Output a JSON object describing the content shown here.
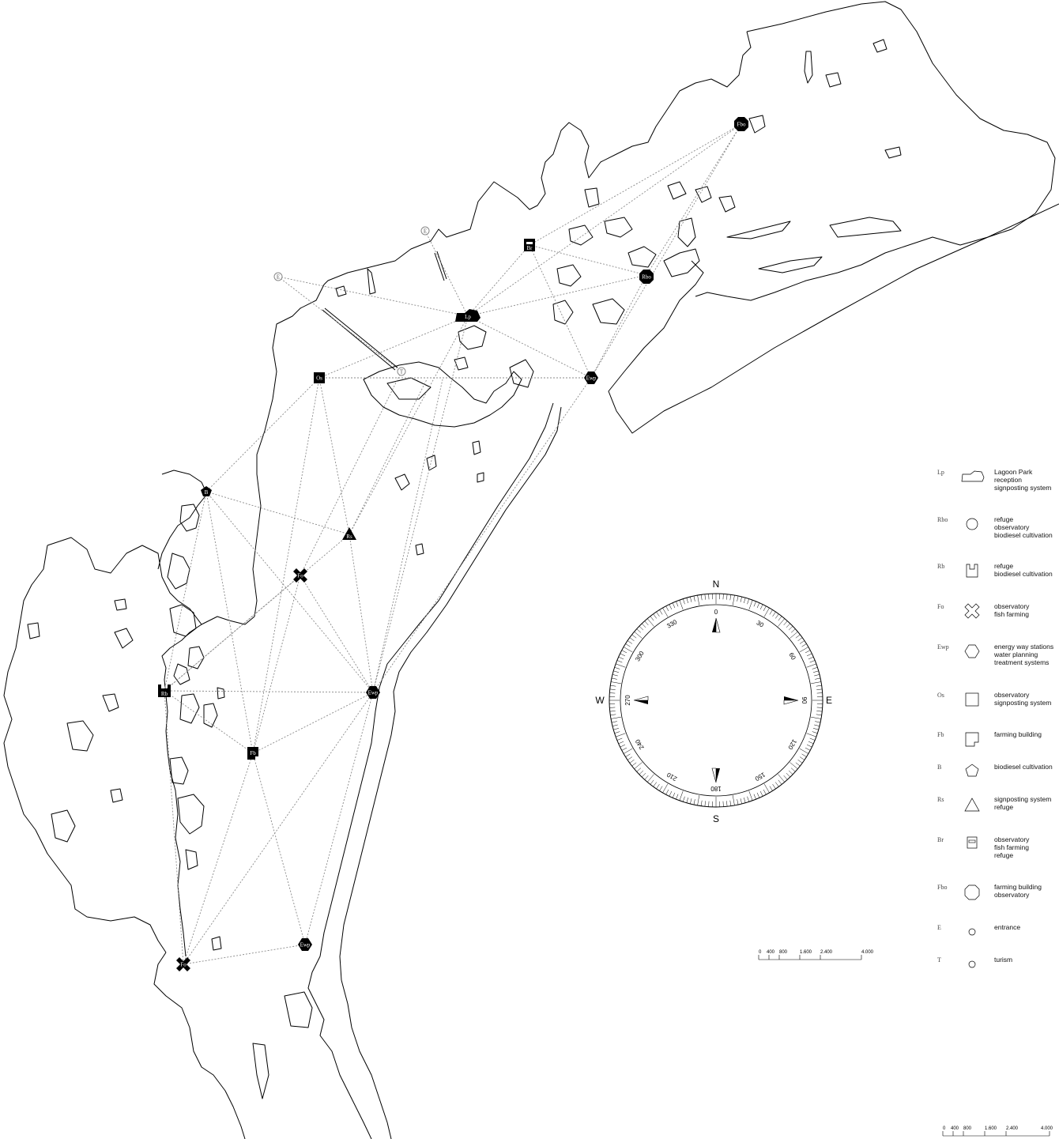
{
  "compass": {
    "north": "N",
    "east": "E",
    "south": "S",
    "west": "W",
    "degree_labels": [
      "0",
      "30",
      "60",
      "90",
      "120",
      "150",
      "180",
      "210",
      "240",
      "270",
      "300",
      "330"
    ]
  },
  "scale_bars": [
    {
      "ticks": [
        "0",
        "400",
        "800",
        "1.600",
        "2.400",
        "4.000"
      ]
    },
    {
      "ticks": [
        "0",
        "400",
        "800",
        "1.600",
        "2.400",
        "4.000"
      ]
    }
  ],
  "legend": [
    {
      "code": "Lp",
      "symbol": "lagoon-park-shape",
      "text": "Lagoon Park\nreception\nsignposting system"
    },
    {
      "code": "Rbo",
      "symbol": "circle",
      "text": "refuge\nobservatory\nbiodiesel cultivation"
    },
    {
      "code": "Rb",
      "symbol": "notched-square",
      "text": "refuge\nbiodiesel cultivation"
    },
    {
      "code": "Fo",
      "symbol": "cross",
      "text": "observatory\nfish farming"
    },
    {
      "code": "Ewp",
      "symbol": "hexagon",
      "text": "energy way stations\nwater planning\ntreatment systems"
    },
    {
      "code": "Os",
      "symbol": "square",
      "text": "observatory\nsignposting system"
    },
    {
      "code": "Fb",
      "symbol": "step-square",
      "text": "farming building"
    },
    {
      "code": "B",
      "symbol": "pentagon",
      "text": "biodiesel cultivation"
    },
    {
      "code": "Rs",
      "symbol": "triangle",
      "text": "signposting system\nrefuge"
    },
    {
      "code": "Br",
      "symbol": "framed-rect",
      "text": "observatory\nfish farming\nrefuge"
    },
    {
      "code": "Fbo",
      "symbol": "octagon",
      "text": "farming building\nobservatory"
    },
    {
      "code": "E",
      "symbol": "small-circle",
      "text": "entrance"
    },
    {
      "code": "T",
      "symbol": "small-circle",
      "text": "turism"
    }
  ],
  "map_markers": [
    {
      "code": "Fbo",
      "type": "octagon"
    },
    {
      "code": "Rbo",
      "type": "octagon"
    },
    {
      "code": "Br",
      "type": "framed-rect"
    },
    {
      "code": "Lp",
      "type": "lagoon-park"
    },
    {
      "code": "E",
      "type": "small-circle"
    },
    {
      "code": "E",
      "type": "small-circle"
    },
    {
      "code": "T",
      "type": "small-circle"
    },
    {
      "code": "Os",
      "type": "square"
    },
    {
      "code": "Ewp",
      "type": "hexagon"
    },
    {
      "code": "B",
      "type": "pentagon"
    },
    {
      "code": "Rs",
      "type": "triangle"
    },
    {
      "code": "Fo",
      "type": "cross"
    },
    {
      "code": "Rb",
      "type": "notched-square"
    },
    {
      "code": "Ewp",
      "type": "hexagon"
    },
    {
      "code": "Fb",
      "type": "step-square"
    },
    {
      "code": "Ewp",
      "type": "hexagon"
    },
    {
      "code": "Fo",
      "type": "cross"
    }
  ]
}
